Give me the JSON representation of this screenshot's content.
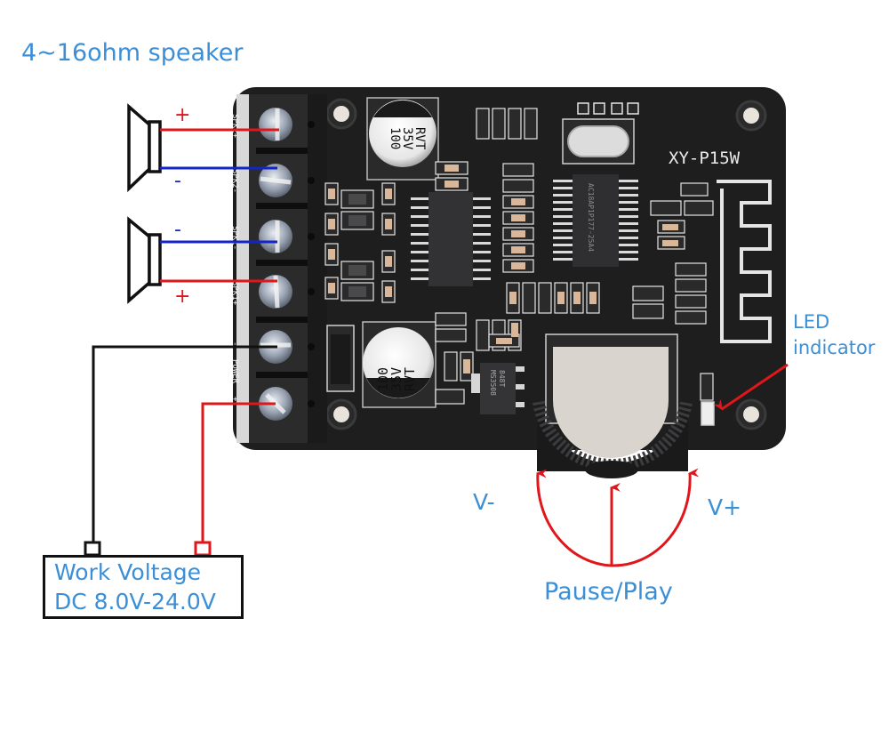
{
  "title": "4~16ohm speaker",
  "speakers": [
    {
      "name": "speaker-2",
      "top_polarity": "+",
      "bottom_polarity": "-"
    },
    {
      "name": "speaker-1",
      "top_polarity": "-",
      "bottom_polarity": "+"
    }
  ],
  "terminal_labels": [
    "SPK2+",
    "SPK2-",
    "SPK1-",
    "SPK1+",
    "-",
    "POWER",
    "+"
  ],
  "board": {
    "model": "XY-P15W",
    "capacitor_1": [
      "100",
      "35V",
      "RVT"
    ],
    "capacitor_2": [
      "100",
      "35V",
      "RVT"
    ],
    "chip_text": "AC18AP1P177-25A4",
    "regulator_text": [
      "MS3508",
      "848T"
    ]
  },
  "led": {
    "line1": "LED",
    "line2": "indicator"
  },
  "knob": {
    "left_label": "V-",
    "right_label": "V+",
    "center_label": "Pause/Play"
  },
  "power_supply": {
    "line1": "Work Voltage",
    "line2": "DC 8.0V-24.0V"
  },
  "colors": {
    "label_blue": "#3a8fd6",
    "wire_red": "#e0161b",
    "wire_blue": "#1324c8",
    "wire_black": "#111111",
    "pcb": "#1e1e1f"
  }
}
